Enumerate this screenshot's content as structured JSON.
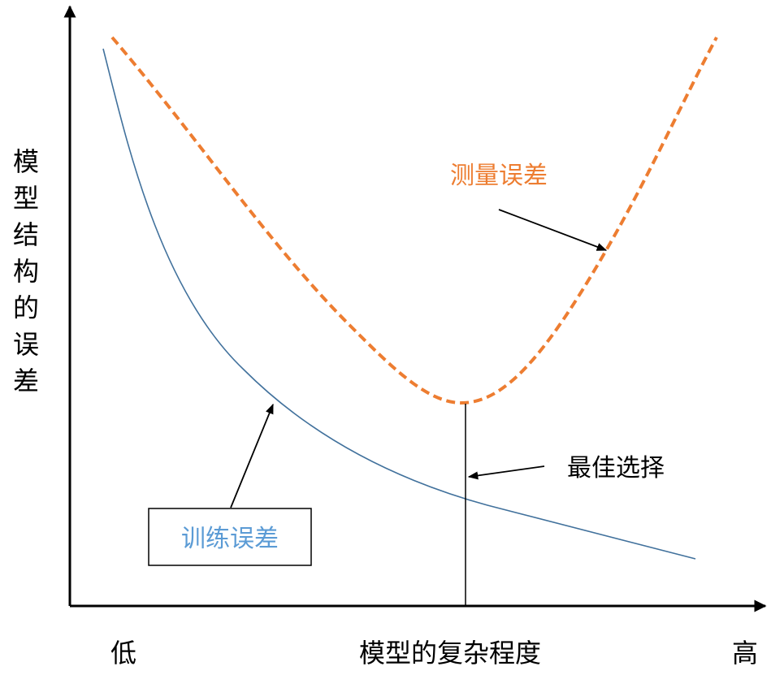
{
  "colors": {
    "axis": "#000000",
    "training_curve": "#41719c",
    "test_curve": "#ed7d31",
    "training_label": "#5b9bd5",
    "test_label": "#ed7d31",
    "annotation": "#000000"
  },
  "labels": {
    "y_axis": "模型结构的误差",
    "x_axis": "模型的复杂程度",
    "x_low": "低",
    "x_high": "高",
    "test_error": "测量误差",
    "training_error": "训练误差",
    "best_choice": "最佳选择"
  },
  "curves": [
    {
      "key": "training",
      "name": "训练误差",
      "style": "solid"
    },
    {
      "key": "test",
      "name": "测量误差",
      "style": "dashed"
    }
  ]
}
